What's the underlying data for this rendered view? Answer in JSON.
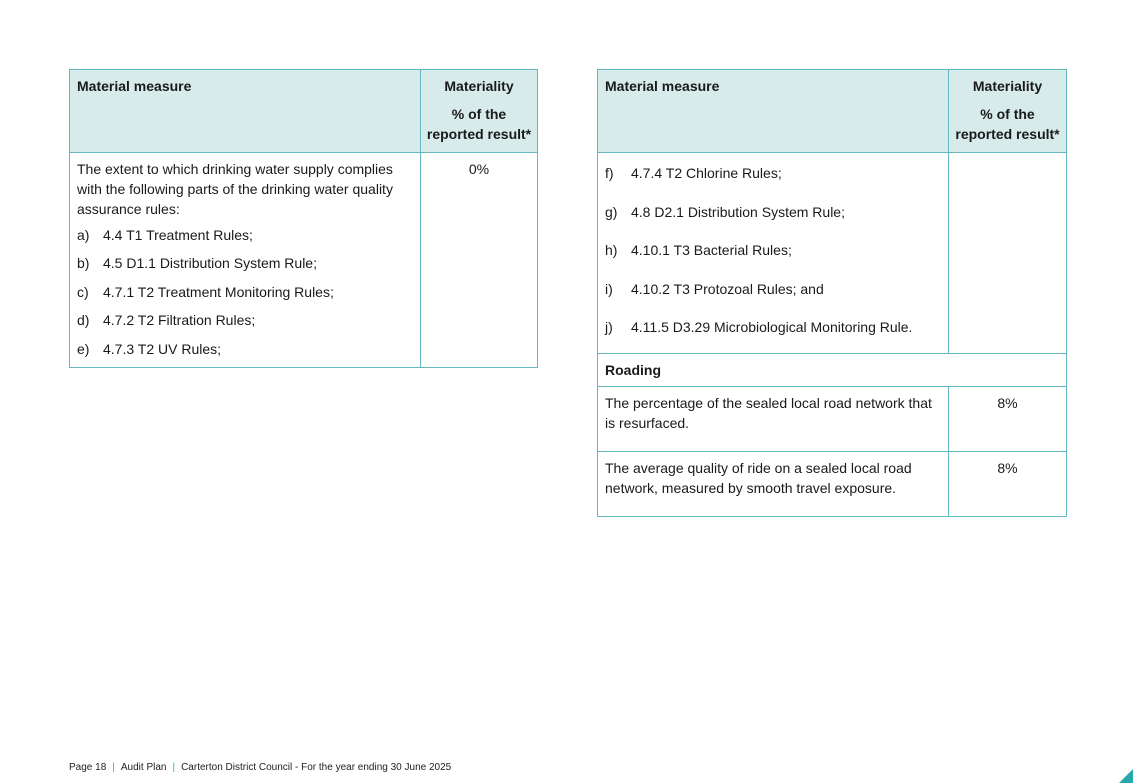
{
  "left_table": {
    "header_measure": "Material measure",
    "header_materiality": "Materiality",
    "header_materiality_sub": "% of the reported result*",
    "intro": "The extent to which drinking water supply complies with the following parts of the drinking water quality assurance rules:",
    "items": [
      {
        "letter": "a)",
        "text": "4.4 T1 Treatment Rules;"
      },
      {
        "letter": "b)",
        "text": "4.5 D1.1 Distribution System Rule;"
      },
      {
        "letter": "c)",
        "text": "4.7.1 T2 Treatment Monitoring Rules;"
      },
      {
        "letter": "d)",
        "text": "4.7.2 T2 Filtration Rules;"
      },
      {
        "letter": "e)",
        "text": "4.7.3 T2 UV Rules;"
      }
    ],
    "value": "0%"
  },
  "right_table": {
    "header_measure": "Material measure",
    "header_materiality": "Materiality",
    "header_materiality_sub": "% of the reported result*",
    "items": [
      {
        "letter": "f)",
        "text": "4.7.4 T2 Chlorine Rules;"
      },
      {
        "letter": "g)",
        "text": "4.8 D2.1 Distribution System Rule;"
      },
      {
        "letter": "h)",
        "text": "4.10.1 T3 Bacterial Rules;"
      },
      {
        "letter": "i)",
        "text": "4.10.2 T3 Protozoal Rules; and"
      },
      {
        "letter": "j)",
        "text": "4.11.5 D3.29 Microbiological Monitoring Rule."
      }
    ],
    "section": "Roading",
    "rows": [
      {
        "measure": "The percentage of the sealed local road network that is resurfaced.",
        "value": "8%"
      },
      {
        "measure": "The average quality of ride on a sealed local road network, measured by smooth travel exposure.",
        "value": "8%"
      }
    ]
  },
  "footer": {
    "page": "Page 18",
    "doc": "Audit Plan",
    "council": "Carterton District Council - For the year ending 30 June 2025"
  },
  "colors": {
    "header_bg": "#d7ebeb",
    "border": "#62b8bd",
    "accent": "#2aa6ad"
  }
}
